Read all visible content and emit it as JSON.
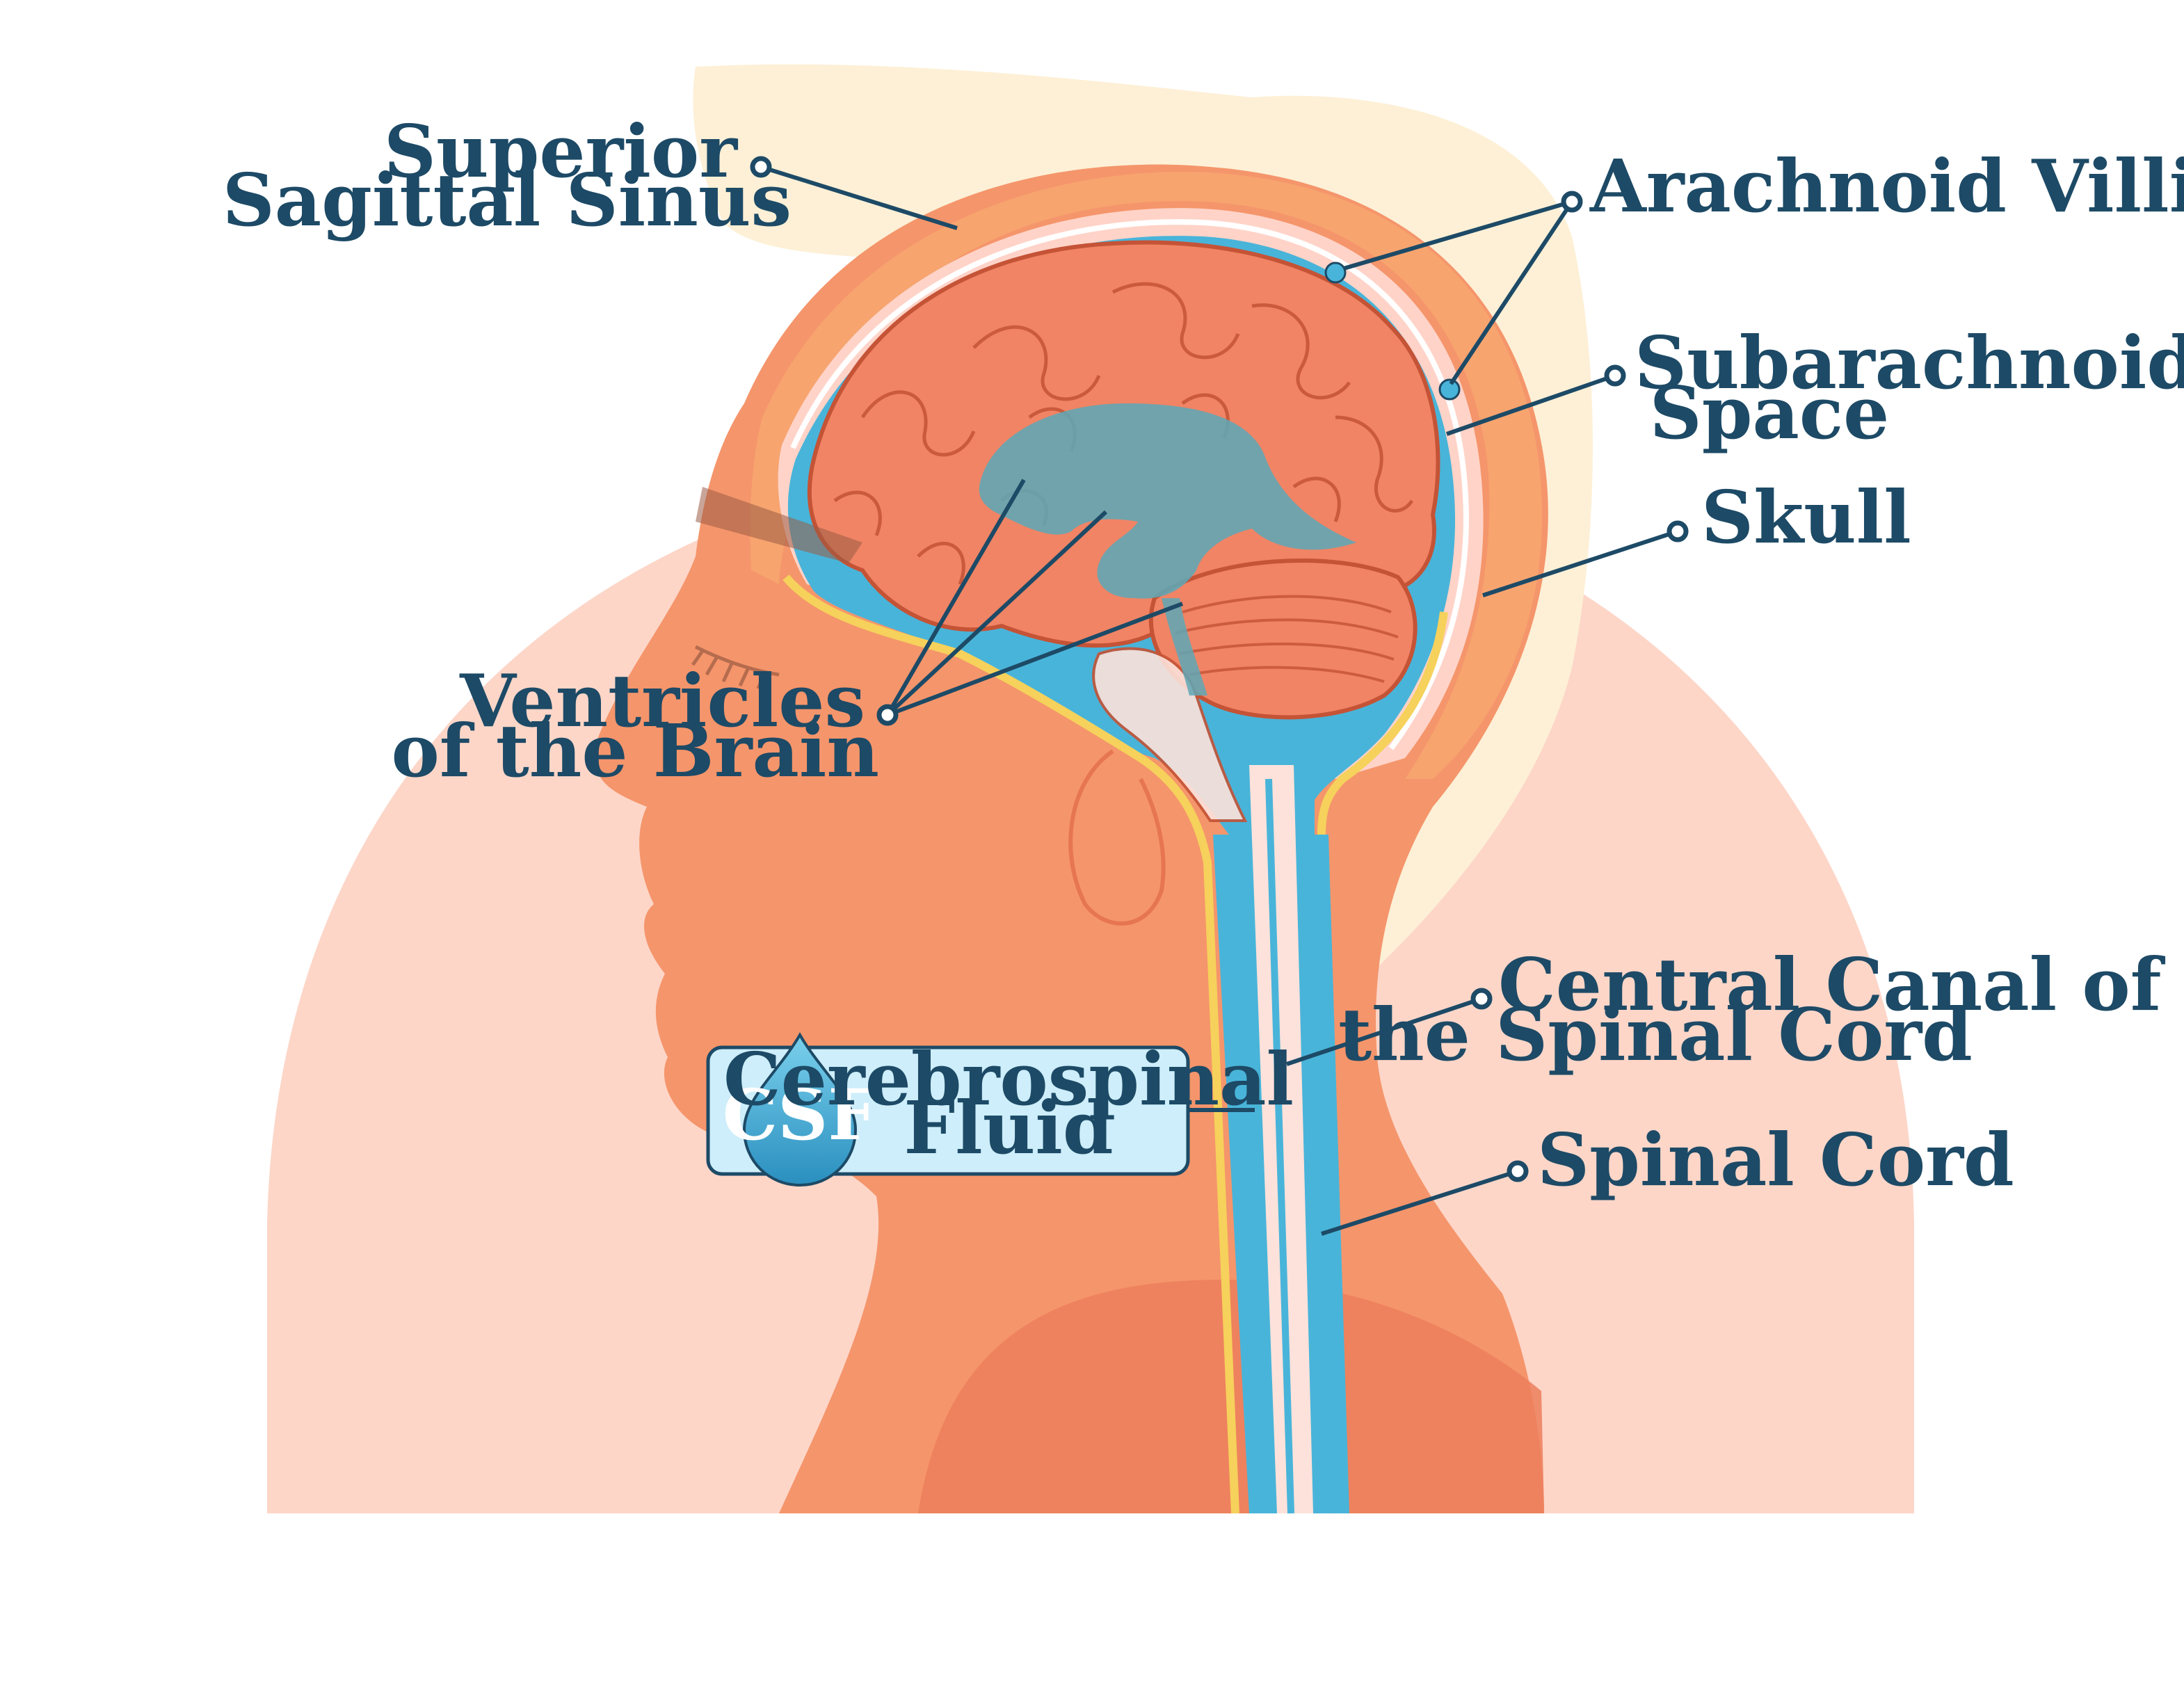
{
  "labels": {
    "superior_sagittal_sinus": [
      "Superior",
      "Sagittal Sinus"
    ],
    "arachnoid_villi": [
      "Arachnoid Villi"
    ],
    "subarachnoid_space": [
      "Subarachnoid",
      "Space"
    ],
    "skull": [
      "Skull"
    ],
    "ventricles": [
      "Ventricles",
      "of the Brain"
    ],
    "central_canal": [
      "Central Canal of",
      "the Spinal Cord"
    ],
    "spinal_cord": [
      "Spinal Cord"
    ]
  },
  "legend": {
    "badge": "CSF",
    "title": [
      "Cerebrospinal",
      "Fluid"
    ]
  },
  "colors": {
    "background_skin": "#fdd6c8",
    "head_skin": "#f5956b",
    "skull": "#f7a46f",
    "hair": "#fdf0d6",
    "csf_blue": "#49b4d9",
    "brain": "#f08465",
    "brain_outline": "#c55336",
    "ventricle": "#5ea7b6",
    "dura_yellow": "#f6d15b",
    "label_text": "#1d4a66",
    "legend_fill": "#cdeefa"
  }
}
